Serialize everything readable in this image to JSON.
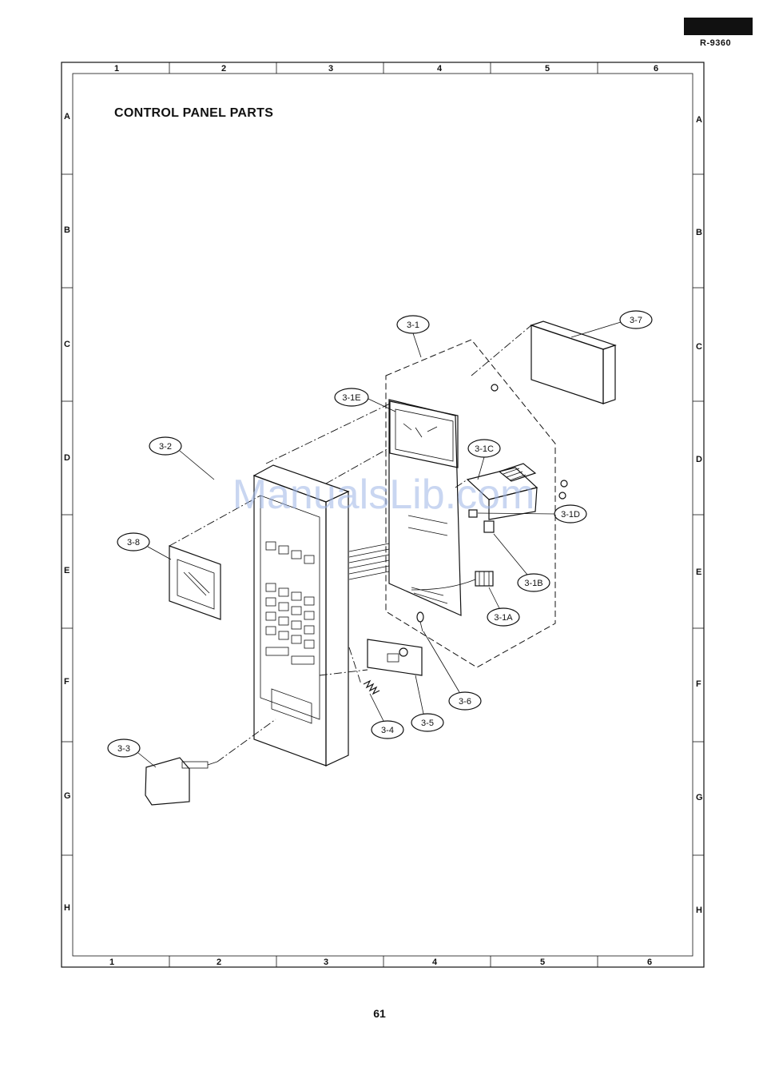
{
  "document": {
    "model": "R-9360",
    "title": "CONTROL PANEL PARTS",
    "page_number": "61",
    "watermark": "ManualsLib.com"
  },
  "grid": {
    "columns": [
      "1",
      "2",
      "3",
      "4",
      "5",
      "6"
    ],
    "rows": [
      "A",
      "B",
      "C",
      "D",
      "E",
      "F",
      "G",
      "H"
    ]
  },
  "callouts": {
    "c3_1": "3-1",
    "c3_7": "3-7",
    "c3_1e": "3-1E",
    "c3_2": "3-2",
    "c3_1c": "3-1C",
    "c3_1d": "3-1D",
    "c3_8": "3-8",
    "c3_1b": "3-1B",
    "c3_1a": "3-1A",
    "c3_6": "3-6",
    "c3_5": "3-5",
    "c3_4": "3-4",
    "c3_3": "3-3"
  }
}
